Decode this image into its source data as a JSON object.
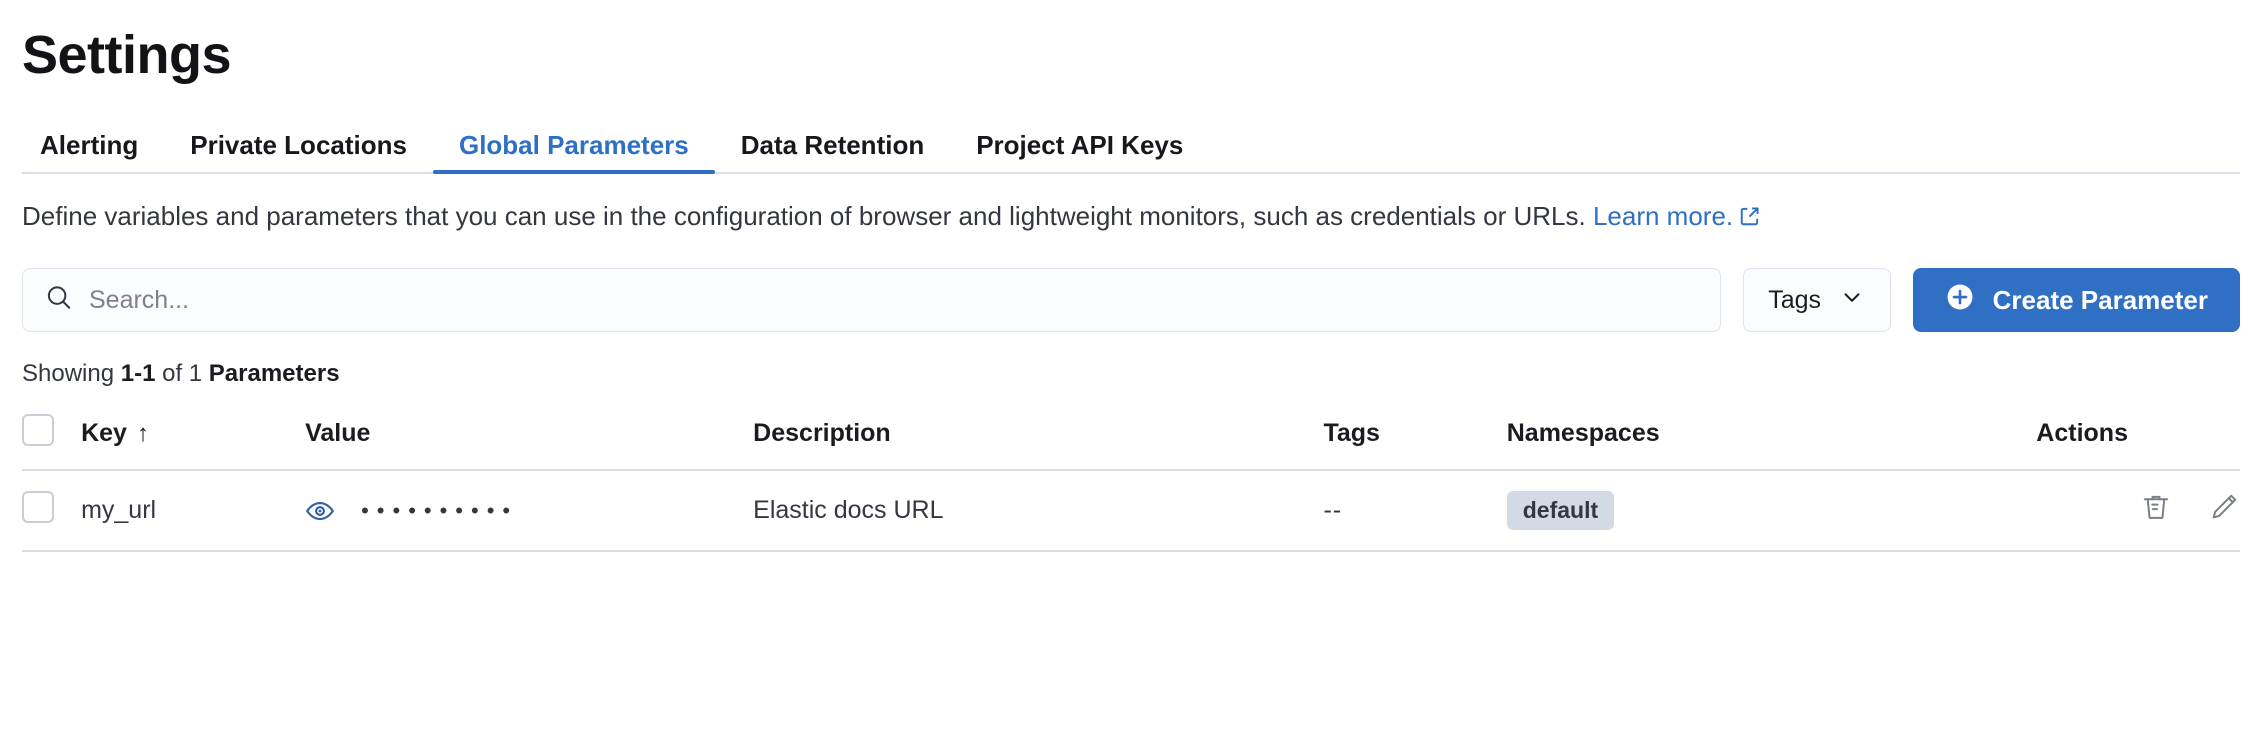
{
  "header": {
    "title": "Settings"
  },
  "tabs": [
    {
      "label": "Alerting",
      "active": false
    },
    {
      "label": "Private Locations",
      "active": false
    },
    {
      "label": "Global Parameters",
      "active": true
    },
    {
      "label": "Data Retention",
      "active": false
    },
    {
      "label": "Project API Keys",
      "active": false
    }
  ],
  "description": {
    "text": "Define variables and parameters that you can use in the configuration of browser and lightweight monitors, such as credentials or URLs. ",
    "link_label": "Learn more.",
    "link_icon": "external-link-icon"
  },
  "toolbar": {
    "search_placeholder": "Search...",
    "search_value": "",
    "search_icon": "search-icon",
    "tags_label": "Tags",
    "tags_chevron_icon": "chevron-down-icon",
    "create_label": "Create Parameter",
    "create_icon": "plus-circle-icon"
  },
  "results": {
    "showing_prefix": "Showing ",
    "range": "1-1",
    "of": " of ",
    "total": "1 ",
    "noun": "Parameters"
  },
  "table": {
    "columns": [
      {
        "label": "",
        "name": "select-all"
      },
      {
        "label": "Key",
        "name": "key",
        "sort": "↑"
      },
      {
        "label": "Value",
        "name": "value"
      },
      {
        "label": "Description",
        "name": "description"
      },
      {
        "label": "Tags",
        "name": "tags"
      },
      {
        "label": "Namespaces",
        "name": "namespaces"
      },
      {
        "label": "Actions",
        "name": "actions"
      }
    ],
    "rows": [
      {
        "key": "my_url",
        "value_masked": "••••••••••",
        "value_toggle_icon": "eye-icon",
        "description": "Elastic docs URL",
        "tags": "--",
        "namespace_badge": "default",
        "actions": [
          "trash-icon",
          "pencil-icon"
        ]
      }
    ]
  },
  "colors": {
    "accent": "#2f6fc4",
    "text": "#1a1c21",
    "subtext": "#343741",
    "border": "#d8dce5",
    "badge_bg": "#d3dae6",
    "field_bg": "#fbfcfe"
  }
}
